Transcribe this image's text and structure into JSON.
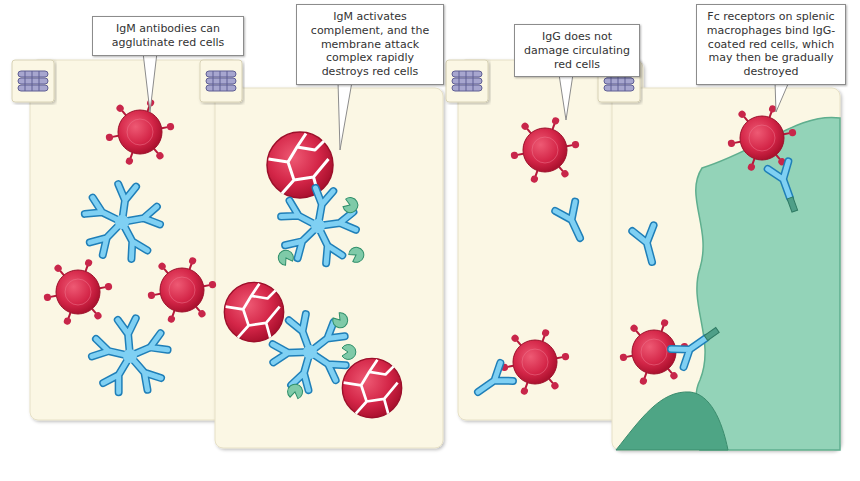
{
  "diagram": {
    "nodes": [
      {
        "text": [
          "IgM antibodies can agglutinate red cells"
        ]
      },
      {
        "text": [
          "IgM activates complement, and the membrane attack complex rapidly destroys red cells"
        ]
      },
      {
        "text": [
          "IgG does not damage circulating red cells"
        ]
      },
      {
        "text": [
          "Fc receptors on splenic macrophages bind IgG-coated red cells, which may then be gradually destroyed"
        ]
      }
    ]
  }
}
